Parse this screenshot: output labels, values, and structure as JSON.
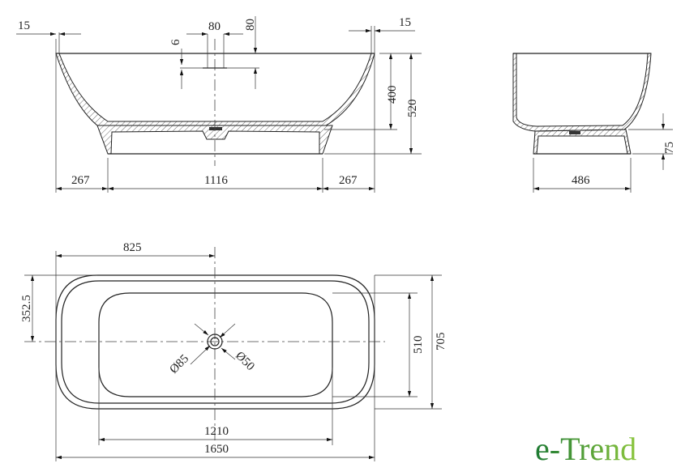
{
  "side_view": {
    "dims": {
      "rim_left": "15",
      "rim_right": "15",
      "overflow_width": "80",
      "overflow_drop": "80",
      "overflow_height": "6",
      "inner_depth": "400",
      "total_height": "520",
      "end_left": "267",
      "base_length": "1116",
      "end_right": "267"
    }
  },
  "end_view": {
    "dims": {
      "base_width": "486",
      "plinth_height": "75"
    }
  },
  "top_view": {
    "dims": {
      "half_length": "825",
      "half_width": "352.5",
      "inner_width": "510",
      "outer_width": "705",
      "inner_length": "1210",
      "outer_length": "1650",
      "drain_outer": "Ø85",
      "drain_inner": "Ø50"
    }
  },
  "logo": {
    "text": "e-Trend",
    "colors": [
      "#1e7a33",
      "#8cc63f"
    ]
  }
}
